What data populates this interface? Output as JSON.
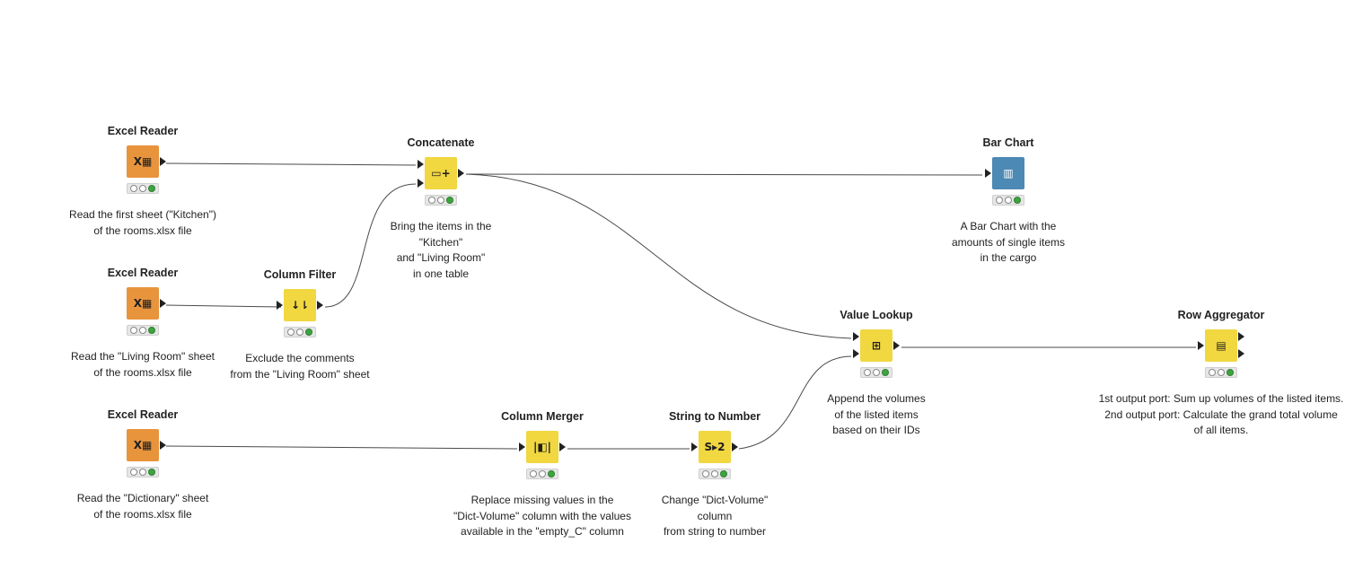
{
  "workflow": {
    "nodes": [
      {
        "id": "excel_reader_1",
        "title": "Excel Reader",
        "icon": "excel-reader-icon",
        "glyph": "X▦",
        "status": [
          "off",
          "off",
          "green"
        ],
        "description": "Read the first sheet (\"Kitchen\")\nof the rooms.xlsx file"
      },
      {
        "id": "excel_reader_2",
        "title": "Excel Reader",
        "icon": "excel-reader-icon",
        "glyph": "X▦",
        "status": [
          "off",
          "off",
          "green"
        ],
        "description": "Read the \"Living Room\" sheet\nof the rooms.xlsx file"
      },
      {
        "id": "excel_reader_3",
        "title": "Excel Reader",
        "icon": "excel-reader-icon",
        "glyph": "X▦",
        "status": [
          "off",
          "off",
          "green"
        ],
        "description": "Read the \"Dictionary\" sheet\nof the rooms.xlsx file"
      },
      {
        "id": "column_filter",
        "title": "Column Filter",
        "icon": "column-filter-icon",
        "glyph": "↓⇂",
        "status": [
          "off",
          "off",
          "green"
        ],
        "description": "Exclude the comments\nfrom the \"Living Room\" sheet"
      },
      {
        "id": "concatenate",
        "title": "Concatenate",
        "icon": "concatenate-icon",
        "glyph": "▭+",
        "status": [
          "off",
          "off",
          "green"
        ],
        "description": "Bring the items in the\n\"Kitchen\"\nand \"Living Room\"\nin one table"
      },
      {
        "id": "bar_chart",
        "title": "Bar Chart",
        "icon": "bar-chart-icon",
        "glyph": "▥",
        "status": [
          "off",
          "off",
          "green"
        ],
        "description": "A Bar Chart with the\namounts of single items\nin the cargo"
      },
      {
        "id": "value_lookup",
        "title": "Value Lookup",
        "icon": "value-lookup-icon",
        "glyph": "⊞",
        "status": [
          "off",
          "off",
          "green"
        ],
        "description": "Append the volumes\nof the listed items\nbased on their IDs"
      },
      {
        "id": "row_aggregator",
        "title": "Row Aggregator",
        "icon": "row-aggregator-icon",
        "glyph": "▤",
        "status": [
          "off",
          "off",
          "green"
        ],
        "description": "1st output port: Sum up volumes of the listed items.\n2nd output port: Calculate the grand total volume\nof all items."
      },
      {
        "id": "column_merger",
        "title": "Column Merger",
        "icon": "column-merger-icon",
        "glyph": "|◧|",
        "status": [
          "off",
          "off",
          "green"
        ],
        "description": "Replace missing values in the\n\"Dict-Volume\" column with the values\navailable in the \"empty_C\" column"
      },
      {
        "id": "string_to_number",
        "title": "String to Number",
        "icon": "string-to-number-icon",
        "glyph": "S▸2",
        "status": [
          "off",
          "off",
          "green"
        ],
        "description": "Change \"Dict-Volume\"\ncolumn\nfrom string to number"
      }
    ]
  },
  "colors": {
    "source": "#e8943d",
    "manipulator": "#f1d740",
    "visualizer": "#4d89b5",
    "edge": "#4a4a4a",
    "status_ok": "#3ea53e"
  }
}
